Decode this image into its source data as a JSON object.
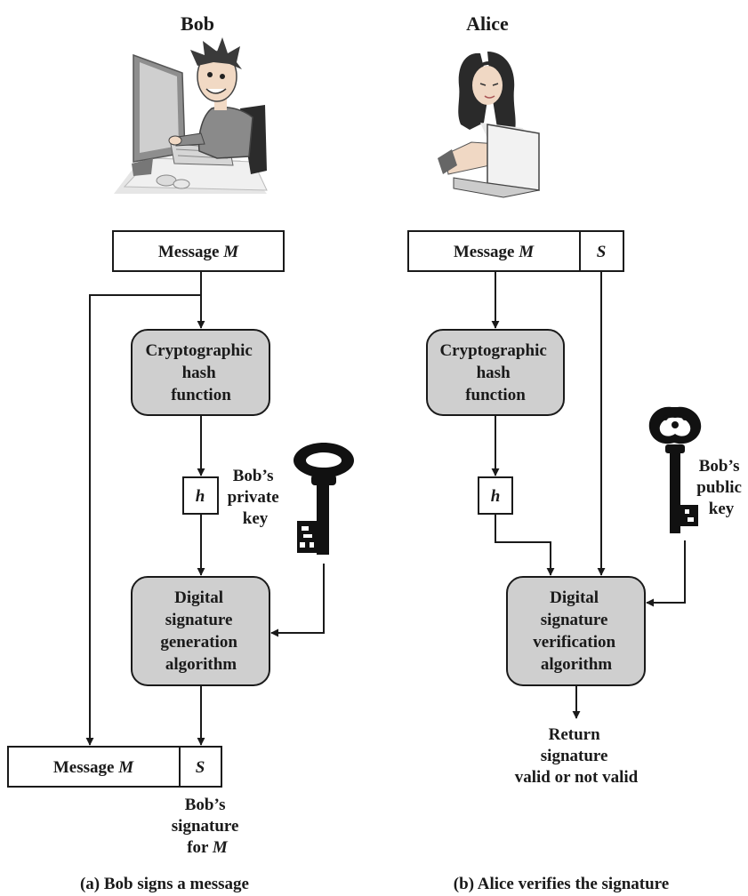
{
  "left": {
    "name": "Bob",
    "message_label": "Message ",
    "message_var": "M",
    "hash_box": [
      "Cryptographic",
      "hash",
      "function"
    ],
    "hash_value": "h",
    "key_label": [
      "Bob’s",
      "private",
      "key"
    ],
    "algorithm_box": [
      "Digital",
      "signature",
      "generation",
      "algorithm"
    ],
    "out_message_label": "Message ",
    "out_message_var": "M",
    "out_sig": "S",
    "sig_caption": [
      "Bob’s",
      "signature",
      "for "
    ],
    "sig_caption_var": "M",
    "caption": "(a) Bob signs a message"
  },
  "right": {
    "name": "Alice",
    "message_label": "Message ",
    "message_var": "M",
    "sig": "S",
    "hash_box": [
      "Cryptographic",
      "hash",
      "function"
    ],
    "hash_value": "h",
    "key_label": [
      "Bob’s",
      "public",
      "key"
    ],
    "algorithm_box": [
      "Digital",
      "signature",
      "verification",
      "algorithm"
    ],
    "result": [
      "Return",
      "signature",
      "valid or not valid"
    ],
    "caption": "(b) Alice verifies the signature"
  },
  "colors": {
    "box_fill": "#cfcfcf",
    "ink": "#1a1a1a"
  },
  "icons": [
    "bob-at-computer-illustration",
    "alice-with-laptop-illustration",
    "private-key-icon",
    "public-key-icon"
  ]
}
